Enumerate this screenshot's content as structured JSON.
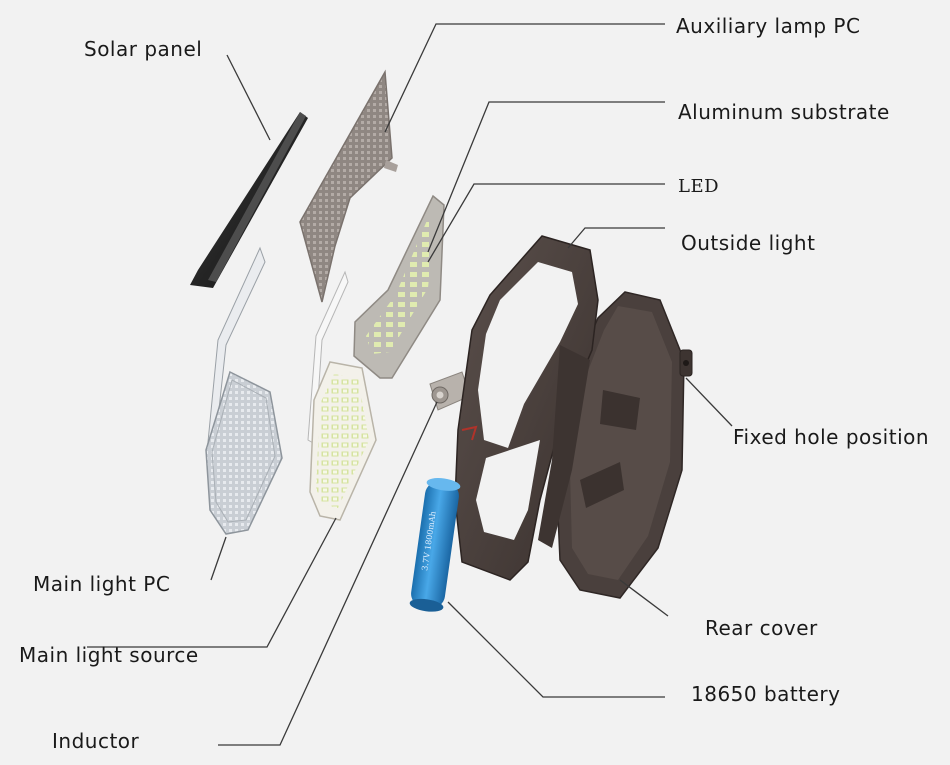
{
  "diagram": {
    "labels": {
      "solar_panel": "Solar panel",
      "auxiliary_lamp_pc": "Auxiliary lamp PC",
      "aluminum_substrate": "Aluminum substrate",
      "led": "LED",
      "outside_light": "Outside light",
      "fixed_hole_position": "Fixed hole position",
      "main_light_pc": "Main light PC",
      "main_light_source": "Main light source",
      "rear_cover": "Rear cover",
      "battery": "18650 battery",
      "inductor": "Inductor"
    },
    "battery_print": "3.7V 1800mAh"
  },
  "colors": {
    "background": "#f2f2f2",
    "leader_line": "#3a3a3a",
    "housing": "#4a3f3c",
    "battery": "#2f8fd0",
    "led_chip": "#d8e6a6",
    "pc_cover": "#d9dde2",
    "solar_panel": "#222222"
  }
}
